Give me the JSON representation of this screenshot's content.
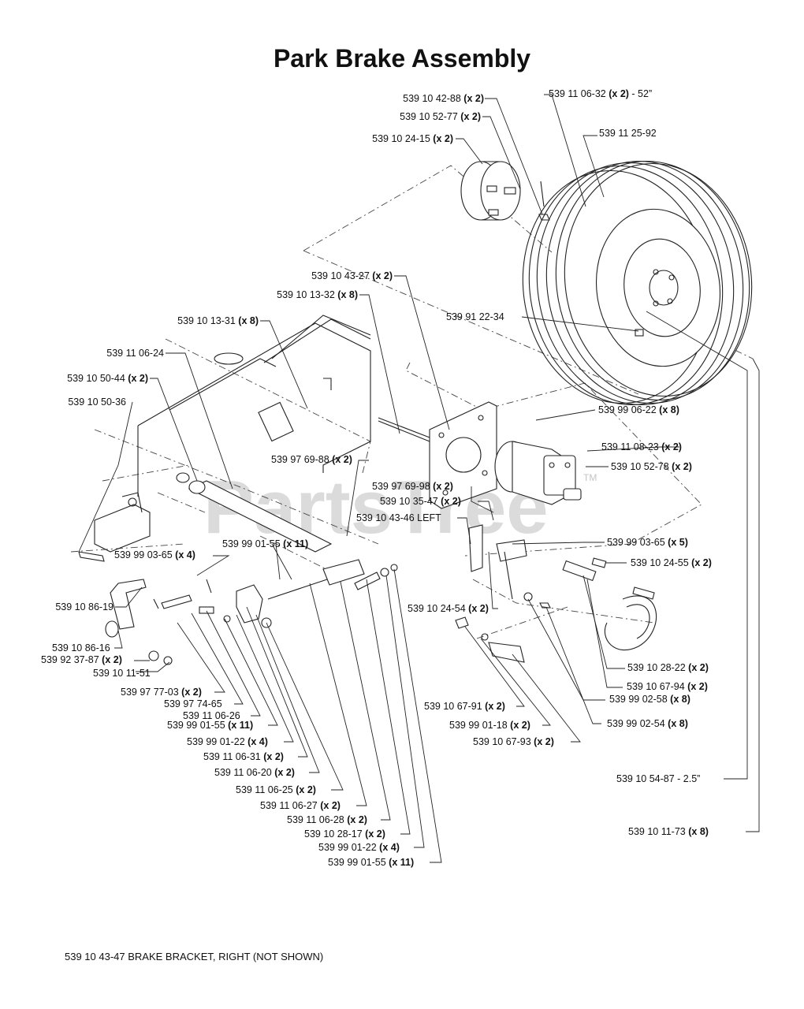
{
  "title": "Park Brake Assembly",
  "footnote": "539 10 43-47 BRAKE BRACKET, RIGHT (NOT SHOWN)",
  "watermark": {
    "text": "PartsTree",
    "tm": "TM"
  },
  "callouts": [
    {
      "part": "539 10 42-88",
      "qty": "(x 2)",
      "suffix": ""
    },
    {
      "part": "539 11 06-32",
      "qty": "(x 2)",
      "suffix": " - 52”"
    },
    {
      "part": "539 10 52-77",
      "qty": "(x 2)",
      "suffix": ""
    },
    {
      "part": "539 10 24-15",
      "qty": "(x 2)",
      "suffix": ""
    },
    {
      "part": "539 11 25-92",
      "qty": "",
      "suffix": ""
    },
    {
      "part": "539 10 43-27",
      "qty": "(x 2)",
      "suffix": ""
    },
    {
      "part": "539 10 13-32",
      "qty": "(x 8)",
      "suffix": ""
    },
    {
      "part": "539 91 22-34",
      "qty": "",
      "suffix": ""
    },
    {
      "part": "539 10 13-31",
      "qty": "(x 8)",
      "suffix": ""
    },
    {
      "part": "539 11 06-24",
      "qty": "",
      "suffix": ""
    },
    {
      "part": "539 10 50-44",
      "qty": "(x 2)",
      "suffix": ""
    },
    {
      "part": "539 10 50-36",
      "qty": "",
      "suffix": ""
    },
    {
      "part": "539 99 06-22",
      "qty": "(x 8)",
      "suffix": ""
    },
    {
      "part": "539 11 08-23",
      "qty": "(x 2)",
      "suffix": ""
    },
    {
      "part": "539 97 69-88",
      "qty": "(x 2)",
      "suffix": ""
    },
    {
      "part": "539 10 52-78",
      "qty": "(x 2)",
      "suffix": ""
    },
    {
      "part": "539 97 69-98",
      "qty": "(x 2)",
      "suffix": ""
    },
    {
      "part": "539 10 35-47",
      "qty": "(x 2)",
      "suffix": ""
    },
    {
      "part": "539 10 43-46 LEFT",
      "qty": "",
      "suffix": ""
    },
    {
      "part": "539 99 03-65",
      "qty": "(x 5)",
      "suffix": ""
    },
    {
      "part": "539 99 01-55",
      "qty": "(x 11)",
      "suffix": ""
    },
    {
      "part": "539 99 03-65",
      "qty": "(x 4)",
      "suffix": ""
    },
    {
      "part": "539 10 24-55",
      "qty": "(x 2)",
      "suffix": ""
    },
    {
      "part": "539 10 86-19",
      "qty": "",
      "suffix": ""
    },
    {
      "part": "539 10 24-54",
      "qty": "(x 2)",
      "suffix": ""
    },
    {
      "part": "539 10 86-16",
      "qty": "",
      "suffix": ""
    },
    {
      "part": "539 92 37-87",
      "qty": "(x 2)",
      "suffix": ""
    },
    {
      "part": "539 10 11-51",
      "qty": "",
      "suffix": ""
    },
    {
      "part": "539 10 28-22",
      "qty": "(x 2)",
      "suffix": ""
    },
    {
      "part": "539 10 67-94",
      "qty": "(x 2)",
      "suffix": ""
    },
    {
      "part": "539 97 77-03",
      "qty": "(x 2)",
      "suffix": ""
    },
    {
      "part": "539 99 02-58",
      "qty": "(x 8)",
      "suffix": ""
    },
    {
      "part": "539 97 74-65",
      "qty": "",
      "suffix": ""
    },
    {
      "part": "539 10 67-91",
      "qty": "(x 2)",
      "suffix": ""
    },
    {
      "part": "539 11 06-26",
      "qty": "",
      "suffix": ""
    },
    {
      "part": "539 99 01-55",
      "qty": "(x 11)",
      "suffix": ""
    },
    {
      "part": "539 99 01-18",
      "qty": "(x 2)",
      "suffix": ""
    },
    {
      "part": "539 99 02-54",
      "qty": "(x 8)",
      "suffix": ""
    },
    {
      "part": "539 99 01-22",
      "qty": "(x 4)",
      "suffix": ""
    },
    {
      "part": "539 10 67-93",
      "qty": "(x 2)",
      "suffix": ""
    },
    {
      "part": "539 11 06-31",
      "qty": "(x 2)",
      "suffix": ""
    },
    {
      "part": "539 11 06-20",
      "qty": "(x 2)",
      "suffix": ""
    },
    {
      "part": "539 10 54-87",
      "qty": "",
      "suffix": " - 2.5”"
    },
    {
      "part": "539 11 06-25",
      "qty": "(x 2)",
      "suffix": ""
    },
    {
      "part": "539 10 11-73",
      "qty": "(x 8)",
      "suffix": ""
    },
    {
      "part": "539 11 06-27",
      "qty": "(x 2)",
      "suffix": ""
    },
    {
      "part": "539 11 06-28",
      "qty": "(x 2)",
      "suffix": ""
    },
    {
      "part": "539 10 28-17",
      "qty": "(x 2)",
      "suffix": ""
    },
    {
      "part": "539 99 01-22",
      "qty": "(x 4)",
      "suffix": ""
    },
    {
      "part": "539 99 01-55",
      "qty": "(x 11)",
      "suffix": ""
    }
  ]
}
